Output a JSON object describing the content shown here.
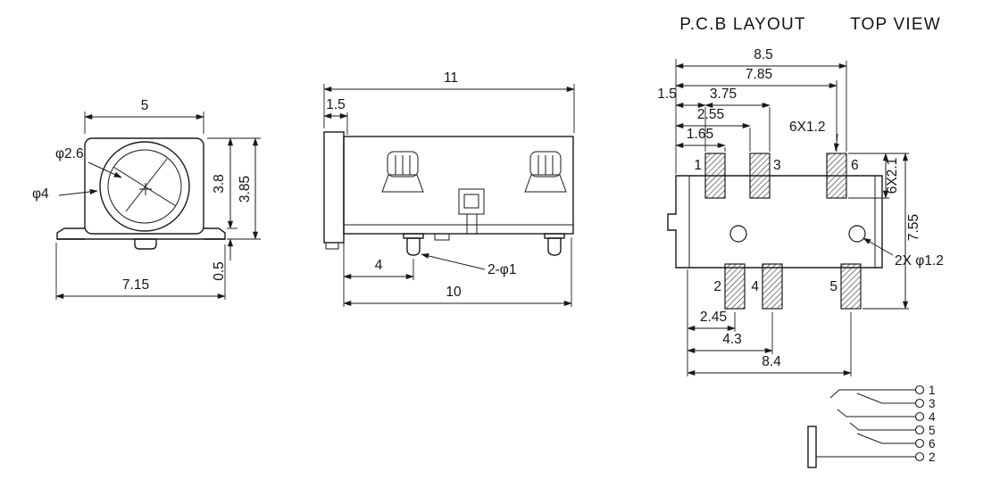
{
  "titles": {
    "pcb_layout": "P.C.B LAYOUT",
    "top_view": "TOP VIEW"
  },
  "front_view": {
    "width_top": "5",
    "dia_inner": "φ2.6",
    "dia_outer": "φ4",
    "height_body": "3.8",
    "height_total": "3.85",
    "width_bottom": "7.15",
    "flange_thickness": "0.5"
  },
  "side_view": {
    "length_total": "11",
    "cap_width": "1.5",
    "pin_offset": "4",
    "pin_spec": "2-φ1",
    "body_length": "10"
  },
  "pcb_view": {
    "span_8_5": "8.5",
    "span_7_85": "7.85",
    "span_1_5": "1.5",
    "span_3_75": "3.75",
    "span_2_55": "2.55",
    "span_1_65": "1.65",
    "pad_size": "6X1.2",
    "pad_height": "6X2.1",
    "span_7_55": "7.55",
    "hole_spec": "2X φ1.2",
    "span_2_45": "2.45",
    "span_4_3": "4.3",
    "span_8_4": "8.4",
    "pads_top": [
      "1",
      "3",
      "6"
    ],
    "pads_bottom": [
      "2",
      "4",
      "5"
    ]
  },
  "schematic": {
    "pins": [
      "1",
      "3",
      "4",
      "5",
      "6",
      "2"
    ]
  }
}
